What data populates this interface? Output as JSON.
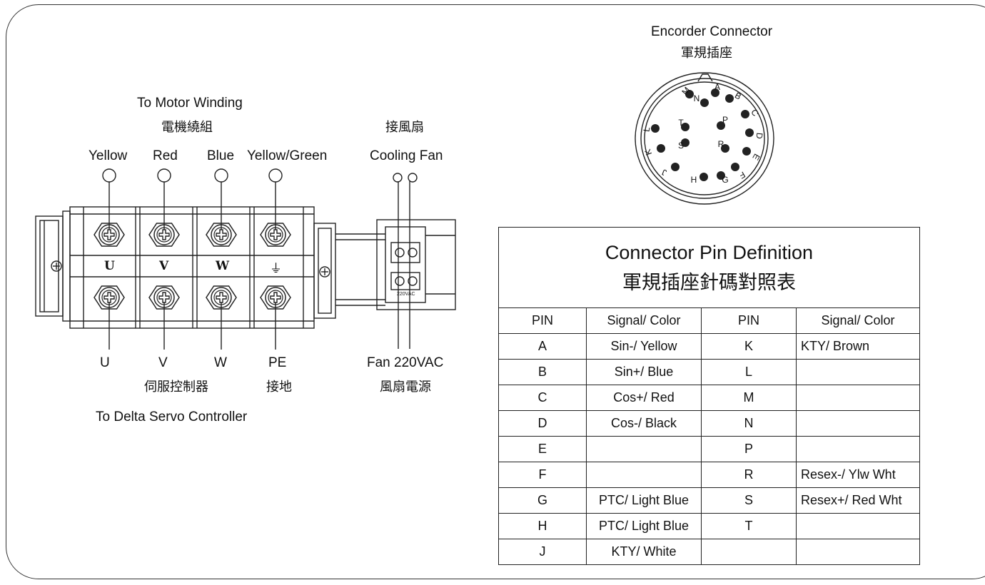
{
  "winding": {
    "title": "To Motor Winding",
    "title_zh": "電機繞組",
    "colors": [
      "Yellow",
      "Red",
      "Blue",
      "Yellow/Green"
    ]
  },
  "fan": {
    "title_zh": "接風扇",
    "title": "Cooling Fan",
    "power": "Fan 220VAC",
    "power_zh": "風扇電源",
    "terminal_mark": "220VAC"
  },
  "terminal": {
    "upper_marks": [
      "U",
      "V",
      "W",
      "⏚"
    ],
    "bottom_labels": [
      "U",
      "V",
      "W",
      "PE"
    ],
    "controller_zh": "伺服控制器",
    "ground_zh": "接地",
    "controller": "To Delta Servo Controller"
  },
  "encoder": {
    "title": "Encorder Connector",
    "title_zh": "軍規插座",
    "outer_pins": [
      "A",
      "B",
      "C",
      "D",
      "E",
      "F",
      "G",
      "H",
      "J",
      "K",
      "L",
      "M"
    ],
    "inner_pins": [
      "N",
      "P",
      "R",
      "S",
      "T"
    ]
  },
  "pin_table": {
    "title": "Connector Pin Definition",
    "title_zh": "軍規插座針碼對照表",
    "headers": [
      "PIN",
      "Signal/ Color",
      "PIN",
      "Signal/ Color"
    ],
    "rows": [
      [
        "A",
        "Sin-/ Yellow",
        "K",
        "KTY/ Brown"
      ],
      [
        "B",
        "Sin+/ Blue",
        "L",
        ""
      ],
      [
        "C",
        "Cos+/ Red",
        "M",
        ""
      ],
      [
        "D",
        "Cos-/ Black",
        "N",
        ""
      ],
      [
        "E",
        "",
        "P",
        ""
      ],
      [
        "F",
        "",
        "R",
        "Resex-/ Ylw Wht"
      ],
      [
        "G",
        "PTC/ Light Blue",
        "S",
        "Resex+/ Red Wht"
      ],
      [
        "H",
        "PTC/ Light Blue",
        "T",
        ""
      ],
      [
        "J",
        "KTY/ White",
        "",
        ""
      ]
    ]
  }
}
